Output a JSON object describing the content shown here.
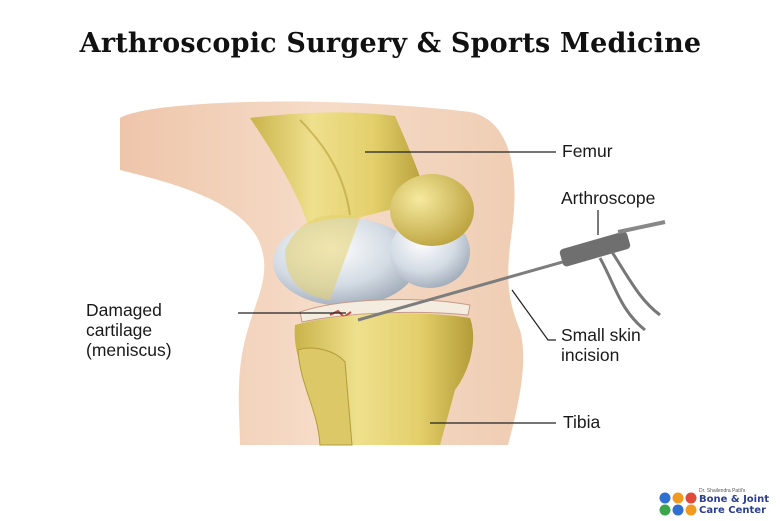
{
  "title": "Arthroscopic Surgery & Sports Medicine",
  "labels": {
    "femur": "Femur",
    "arthroscope": "Arthroscope",
    "skin_incision": [
      "Small skin",
      "incision"
    ],
    "damaged_cartilage": [
      "Damaged",
      "cartilage",
      "(meniscus)"
    ],
    "tibia": "Tibia"
  },
  "logo": {
    "small_text": "Dr. Shailendra Patil's",
    "line1": "Bone & Joint",
    "line2": "Care Center"
  },
  "colors": {
    "skin": "#f3d2bb",
    "bone": "#e8d67a",
    "bone_shadow": "#b9a33e",
    "cartilage": "#d6dde6",
    "logo_text": "#2a3f8f"
  }
}
